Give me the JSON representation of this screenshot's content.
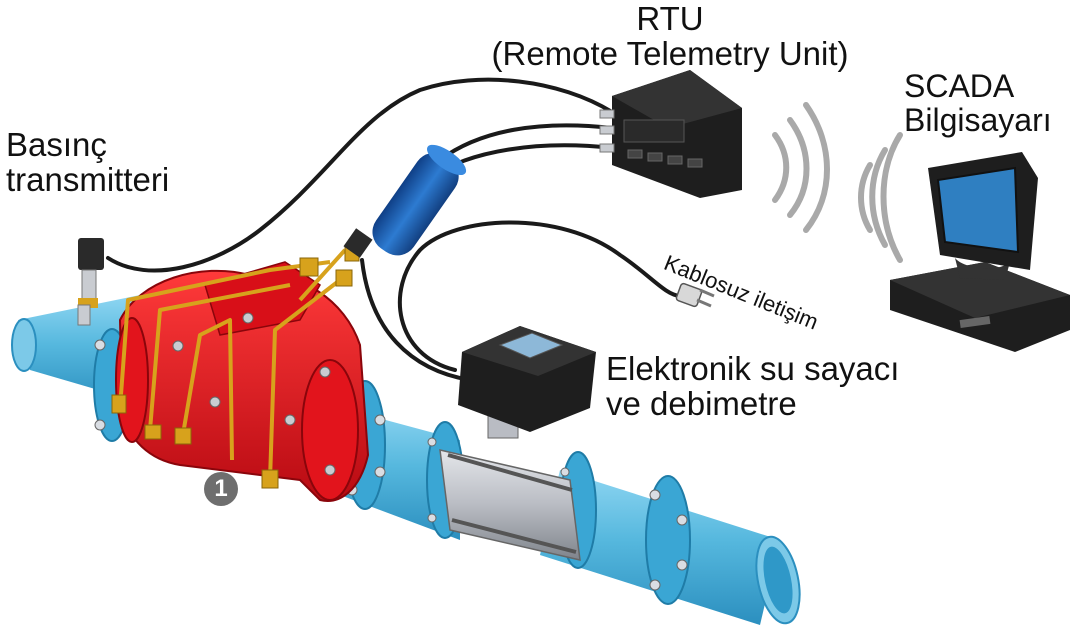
{
  "labels": {
    "rtu_line1": "RTU",
    "rtu_line2": "(Remote Telemetry Unit)",
    "scada_line1": "SCADA",
    "scada_line2": "Bilgisayarı",
    "pressure_line1": "Basınç",
    "pressure_line2": "transmitteri",
    "meter_line1": "Elektronik su sayacı",
    "meter_line2": "ve debimetre",
    "wireless": "Kablosuz iletişim",
    "valve_number": "1"
  },
  "colors": {
    "pipe": "#56b8de",
    "valve": "#e3101a",
    "brass": "#d7a21c",
    "device_body": "#1e1e1e",
    "screen": "#2f7fc1",
    "cable": "#1a1a1a",
    "solenoid": "#1f63b5",
    "wireless_waves": "#a9a9a9"
  },
  "icons": [
    "rtu-device-icon",
    "scada-computer-icon",
    "pressure-transmitter-icon",
    "control-valve-icon",
    "water-meter-icon",
    "power-plug-icon",
    "solenoid-icon",
    "wireless-signal-icon"
  ]
}
